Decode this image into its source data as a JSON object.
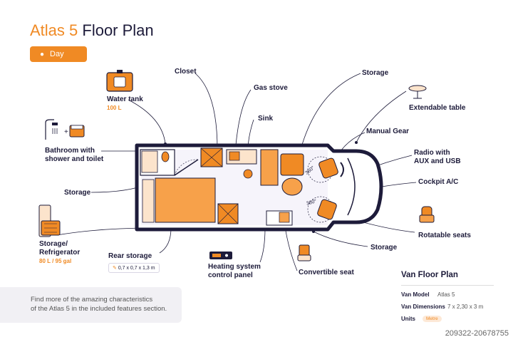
{
  "header": {
    "brand": "Atlas 5",
    "title_rest": " Floor Plan"
  },
  "toggle": {
    "label": "Day"
  },
  "labels": {
    "closet": "Closet",
    "storage_top": "Storage",
    "gas_stove": "Gas stove",
    "extendable_table": "Extendable table",
    "water_tank": "Water tank",
    "water_tank_capacity": "100 L",
    "sink": "Sink",
    "manual_gear": "Manual Gear",
    "bathroom_1": "Bathroom with",
    "bathroom_2": "shower and toilet",
    "radio_1": "Radio with",
    "radio_2": "AUX and USB",
    "cockpit_ac": "Cockpit A/C",
    "storage_left": "Storage",
    "rotatable_seats": "Rotatable seats",
    "storage_fridge_1": "Storage/",
    "storage_fridge_2": "Refrigerator",
    "fridge_capacity": "80 L / 95 gal",
    "rear_storage": "Rear storage",
    "rear_storage_dims": "0,7 x 0,7 x 1,3 m",
    "storage_right": "Storage",
    "heating_1": "Heating system",
    "heating_2": "control panel",
    "convertible_seat": "Convertible seat"
  },
  "rotation": {
    "cab": "360°"
  },
  "note": {
    "line1": "Find more of the amazing characteristics",
    "line2": "of the Atlas 5 in the included features section."
  },
  "specs": {
    "title": "Van Floor Plan",
    "model_key": "Van Model",
    "model_val": "Atlas 5",
    "dims_key": "Van Dimensions",
    "dims_val": "7 x 2,30 x 3 m",
    "units_key": "Units",
    "units_val": "Metre"
  },
  "watermark": "209322-20678755",
  "colors": {
    "accent": "#f08a24",
    "navy": "#1d1b3a",
    "light_fill": "#fce4cc"
  }
}
